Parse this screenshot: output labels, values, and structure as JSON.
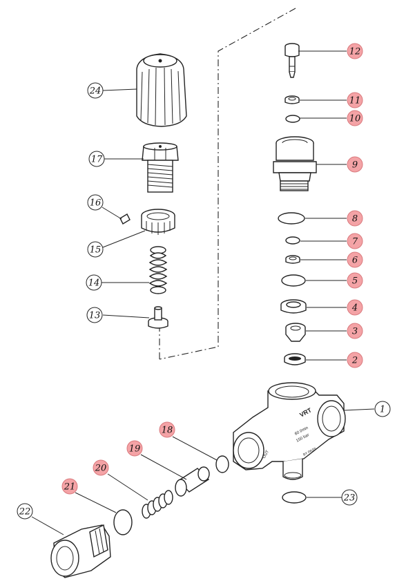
{
  "colors": {
    "highlight_fill": "#f4a3a6",
    "highlight_stroke": "#d9797d",
    "normal_fill": "#ffffff",
    "line": "#222222"
  },
  "callouts": [
    {
      "label": "1",
      "highlighted": false
    },
    {
      "label": "2",
      "highlighted": true
    },
    {
      "label": "3",
      "highlighted": true
    },
    {
      "label": "4",
      "highlighted": true
    },
    {
      "label": "5",
      "highlighted": true
    },
    {
      "label": "6",
      "highlighted": true
    },
    {
      "label": "7",
      "highlighted": true
    },
    {
      "label": "8",
      "highlighted": true
    },
    {
      "label": "9",
      "highlighted": true
    },
    {
      "label": "10",
      "highlighted": true
    },
    {
      "label": "11",
      "highlighted": true
    },
    {
      "label": "12",
      "highlighted": true
    },
    {
      "label": "13",
      "highlighted": false
    },
    {
      "label": "14",
      "highlighted": false
    },
    {
      "label": "15",
      "highlighted": false
    },
    {
      "label": "16",
      "highlighted": false
    },
    {
      "label": "17",
      "highlighted": false
    },
    {
      "label": "18",
      "highlighted": true
    },
    {
      "label": "19",
      "highlighted": true
    },
    {
      "label": "20",
      "highlighted": true
    },
    {
      "label": "21",
      "highlighted": true
    },
    {
      "label": "22",
      "highlighted": false
    },
    {
      "label": "23",
      "highlighted": false
    },
    {
      "label": "24",
      "highlighted": false
    }
  ],
  "body_markings": {
    "brand": "VRT",
    "spec1": "60 l/min",
    "spec2": "150 bar",
    "out_label": "OUT",
    "by_pass": "BY PASS"
  }
}
